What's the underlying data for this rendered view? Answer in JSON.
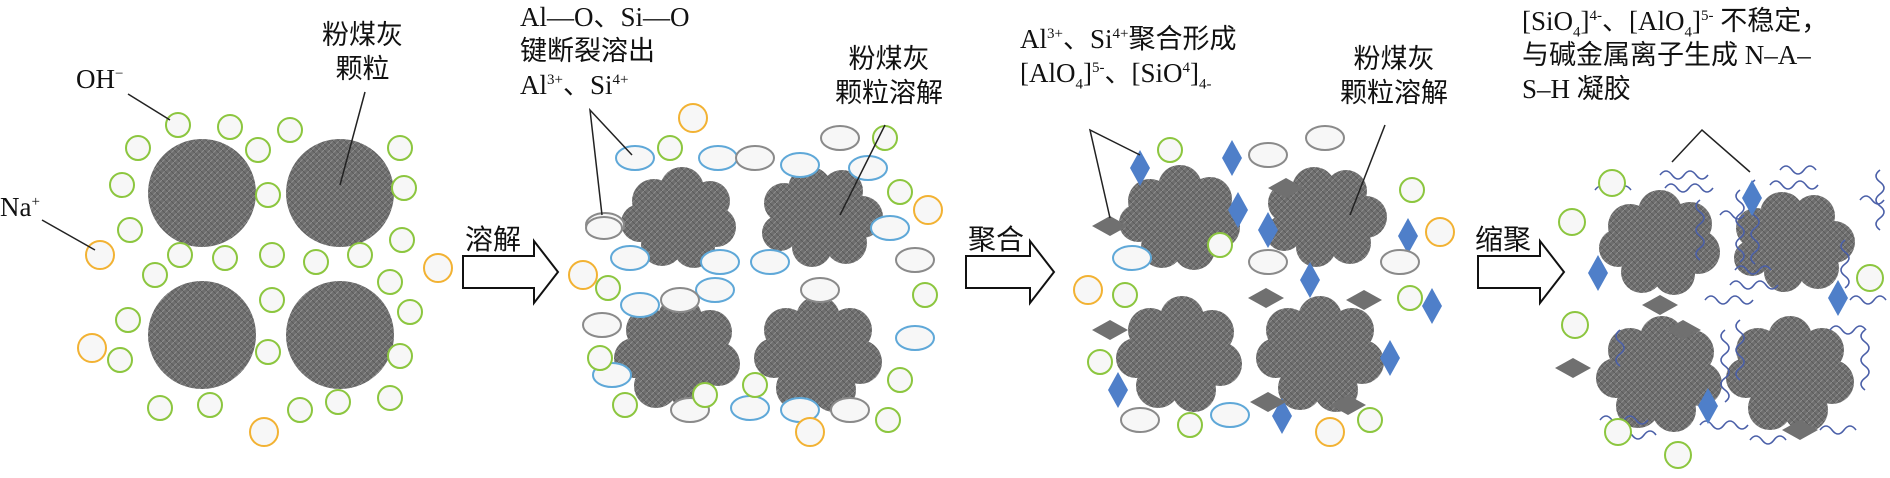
{
  "colors": {
    "particle": "#6f6f6f",
    "oh_ion": "#8cc63f",
    "na_ion": "#f2b233",
    "blue_ellipse": "#5fa8d8",
    "gray_ellipse": "#8a8a8a",
    "alo4_diamond": "#4f7fc9",
    "sio4_diamond": "#707070",
    "gel_wave": "#4a5fa8"
  },
  "stage1": {
    "label_oh": "OH",
    "label_oh_sup": "−",
    "label_na": "Na",
    "label_na_sup": "+",
    "particle_label_line1": "粉煤灰",
    "particle_label_line2": "颗粒"
  },
  "arrow1": {
    "label": "溶解"
  },
  "stage2": {
    "bond_line1": "Al—O、Si—O",
    "bond_line2": "键断裂溶出",
    "ions_al": "Al",
    "ions_al_sup": "3+",
    "ions_sep": "、Si",
    "ions_si_sup": "4+",
    "particle_label_line1": "粉煤灰",
    "particle_label_line2": "颗粒溶解"
  },
  "arrow2": {
    "label": "聚合"
  },
  "stage3": {
    "poly_al": "Al",
    "poly_al_sup": "3+",
    "poly_mid": "、Si",
    "poly_si_sup": "4+",
    "poly_tail": "聚合形成",
    "alo4_a": "[AlO",
    "alo4_sub": "4",
    "alo4_b": "]",
    "alo4_sup": "5-",
    "sio4_a": "、[SiO",
    "sio4_sup": "4",
    "sio4_b": "]",
    "sio4_sub": "4-",
    "particle_label_line1": "粉煤灰",
    "particle_label_line2": "颗粒溶解"
  },
  "arrow3": {
    "label": "缩聚"
  },
  "stage4": {
    "gel_a": "[SiO",
    "gel_a_sub": "4",
    "gel_b": "]",
    "gel_b_sup": "4-",
    "gel_c": "、[AlO",
    "gel_c_sub": "4",
    "gel_d": "]",
    "gel_d_sup": "5-",
    "gel_e": " 不稳定，",
    "gel_line2": "与碱金属离子生成 N–A–",
    "gel_line3": "S–H 凝胶"
  }
}
